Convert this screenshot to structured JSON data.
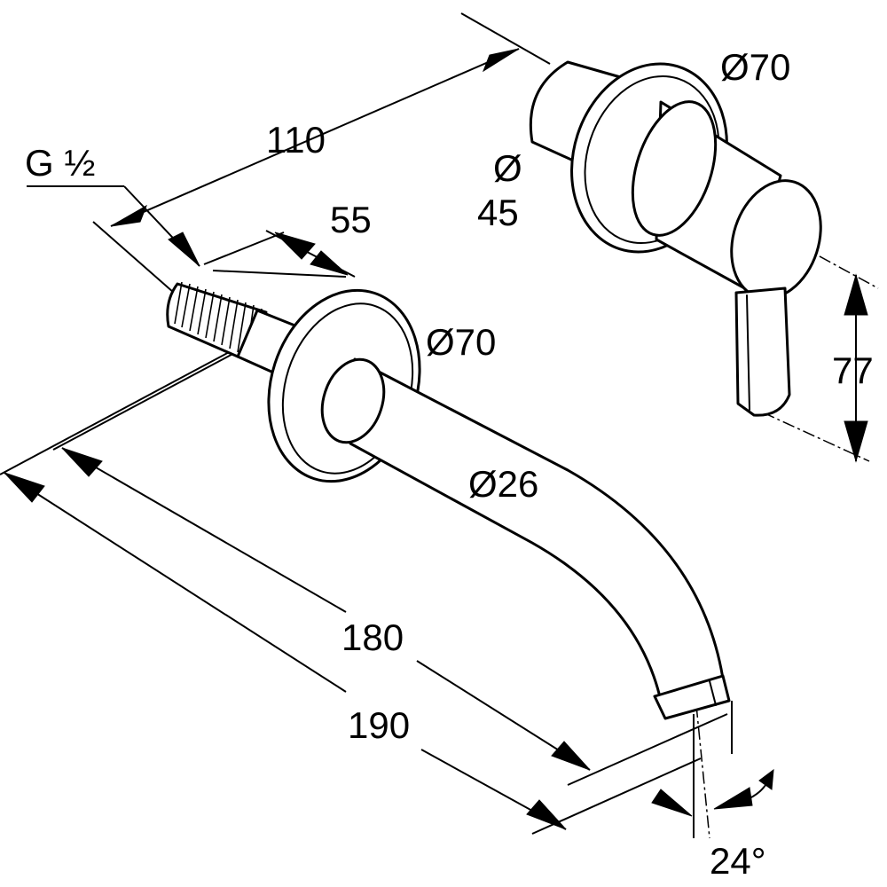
{
  "labels": {
    "thread_size": "G ½",
    "wall_depth": "110",
    "thread_length": "55",
    "spout_rosette_diameter": "Ø70",
    "control_rosette_diameter": "Ø70",
    "spout_diameter": "Ø26",
    "control_body_symbol": "Ø",
    "control_body_value": "45",
    "lever_height": "77",
    "projection_short": "180",
    "projection_long": "190",
    "outlet_angle": "24°"
  }
}
